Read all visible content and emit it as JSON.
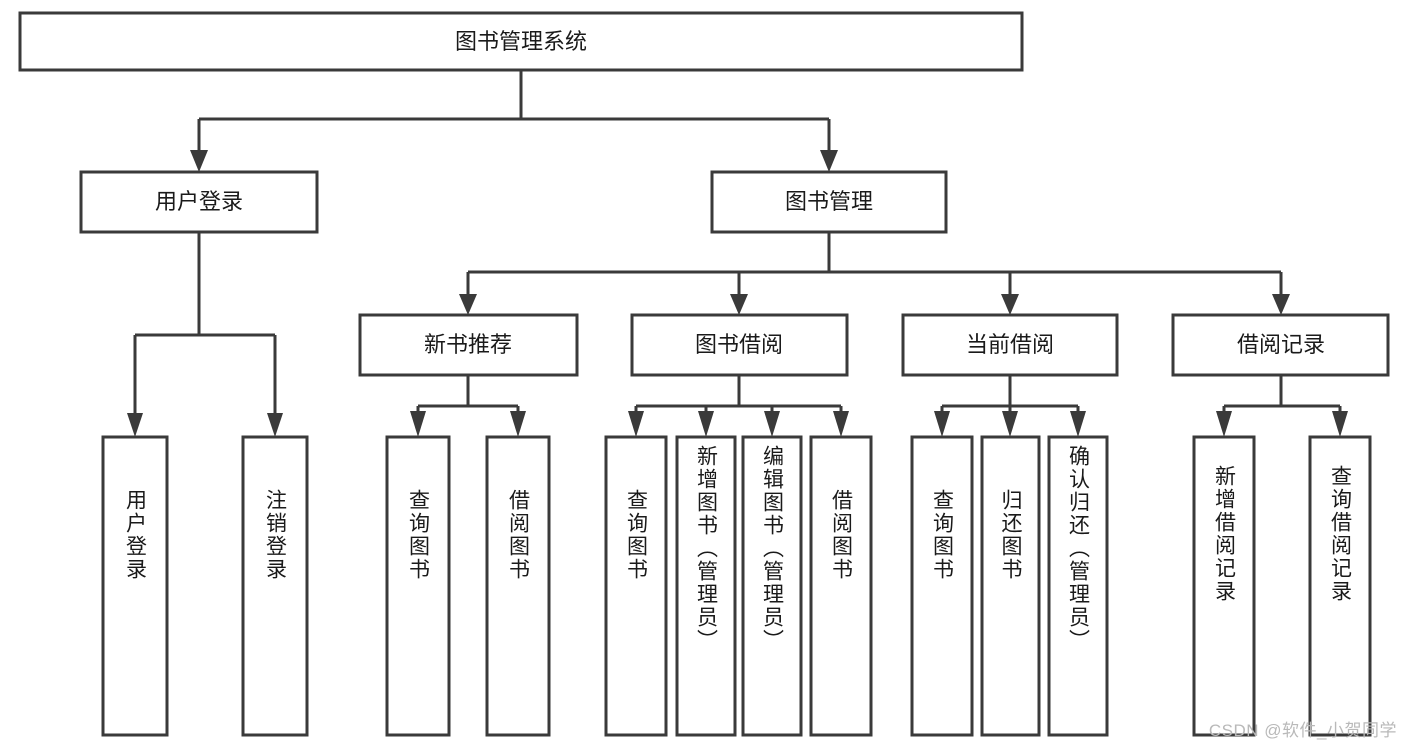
{
  "diagram": {
    "type": "tree-hierarchy",
    "orientation": "top-down",
    "root": {
      "id": "root",
      "label": "图书管理系统",
      "text_direction": "horizontal"
    },
    "level1": [
      {
        "id": "user-login",
        "label": "用户登录",
        "text_direction": "horizontal"
      },
      {
        "id": "book-management",
        "label": "图书管理",
        "text_direction": "horizontal"
      }
    ],
    "level2": [
      {
        "id": "new-book-recommend",
        "label": "新书推荐",
        "parent": "book-management",
        "text_direction": "horizontal"
      },
      {
        "id": "book-borrow",
        "label": "图书借阅",
        "parent": "book-management",
        "text_direction": "horizontal"
      },
      {
        "id": "current-borrow",
        "label": "当前借阅",
        "parent": "book-management",
        "text_direction": "horizontal"
      },
      {
        "id": "borrow-record",
        "label": "借阅记录",
        "parent": "book-management",
        "text_direction": "horizontal"
      }
    ],
    "leaves": [
      {
        "id": "leaf-user-login",
        "label": "用户登录",
        "parent": "user-login",
        "text_direction": "vertical"
      },
      {
        "id": "leaf-user-logout",
        "label": "注销登录",
        "parent": "user-login",
        "text_direction": "vertical"
      },
      {
        "id": "leaf-query-book-1",
        "label": "查询图书",
        "parent": "new-book-recommend",
        "text_direction": "vertical"
      },
      {
        "id": "leaf-borrow-book-1",
        "label": "借阅图书",
        "parent": "new-book-recommend",
        "text_direction": "vertical"
      },
      {
        "id": "leaf-query-book-2",
        "label": "查询图书",
        "parent": "book-borrow",
        "text_direction": "vertical"
      },
      {
        "id": "leaf-add-book",
        "label": "新增图书（管理员）",
        "parent": "book-borrow",
        "text_direction": "vertical"
      },
      {
        "id": "leaf-edit-book",
        "label": "编辑图书（管理员）",
        "parent": "book-borrow",
        "text_direction": "vertical"
      },
      {
        "id": "leaf-borrow-book-2",
        "label": "借阅图书",
        "parent": "book-borrow",
        "text_direction": "vertical"
      },
      {
        "id": "leaf-query-book-3",
        "label": "查询图书",
        "parent": "current-borrow",
        "text_direction": "vertical"
      },
      {
        "id": "leaf-return-book",
        "label": "归还图书",
        "parent": "current-borrow",
        "text_direction": "vertical"
      },
      {
        "id": "leaf-confirm-return",
        "label": "确认归还（管理员）",
        "parent": "current-borrow",
        "text_direction": "vertical"
      },
      {
        "id": "leaf-add-record",
        "label": "新增借阅记录",
        "parent": "borrow-record",
        "text_direction": "vertical"
      },
      {
        "id": "leaf-query-record",
        "label": "查询借阅记录",
        "parent": "borrow-record",
        "text_direction": "vertical"
      }
    ],
    "colors": {
      "box_stroke": "#3a3a3a",
      "box_fill": "#ffffff",
      "text": "#1a1a1a",
      "connector": "#3a3a3a",
      "background": "#ffffff",
      "watermark": "#b9b9b9"
    }
  },
  "watermark": {
    "text": "CSDN @软件_小贺同学"
  }
}
